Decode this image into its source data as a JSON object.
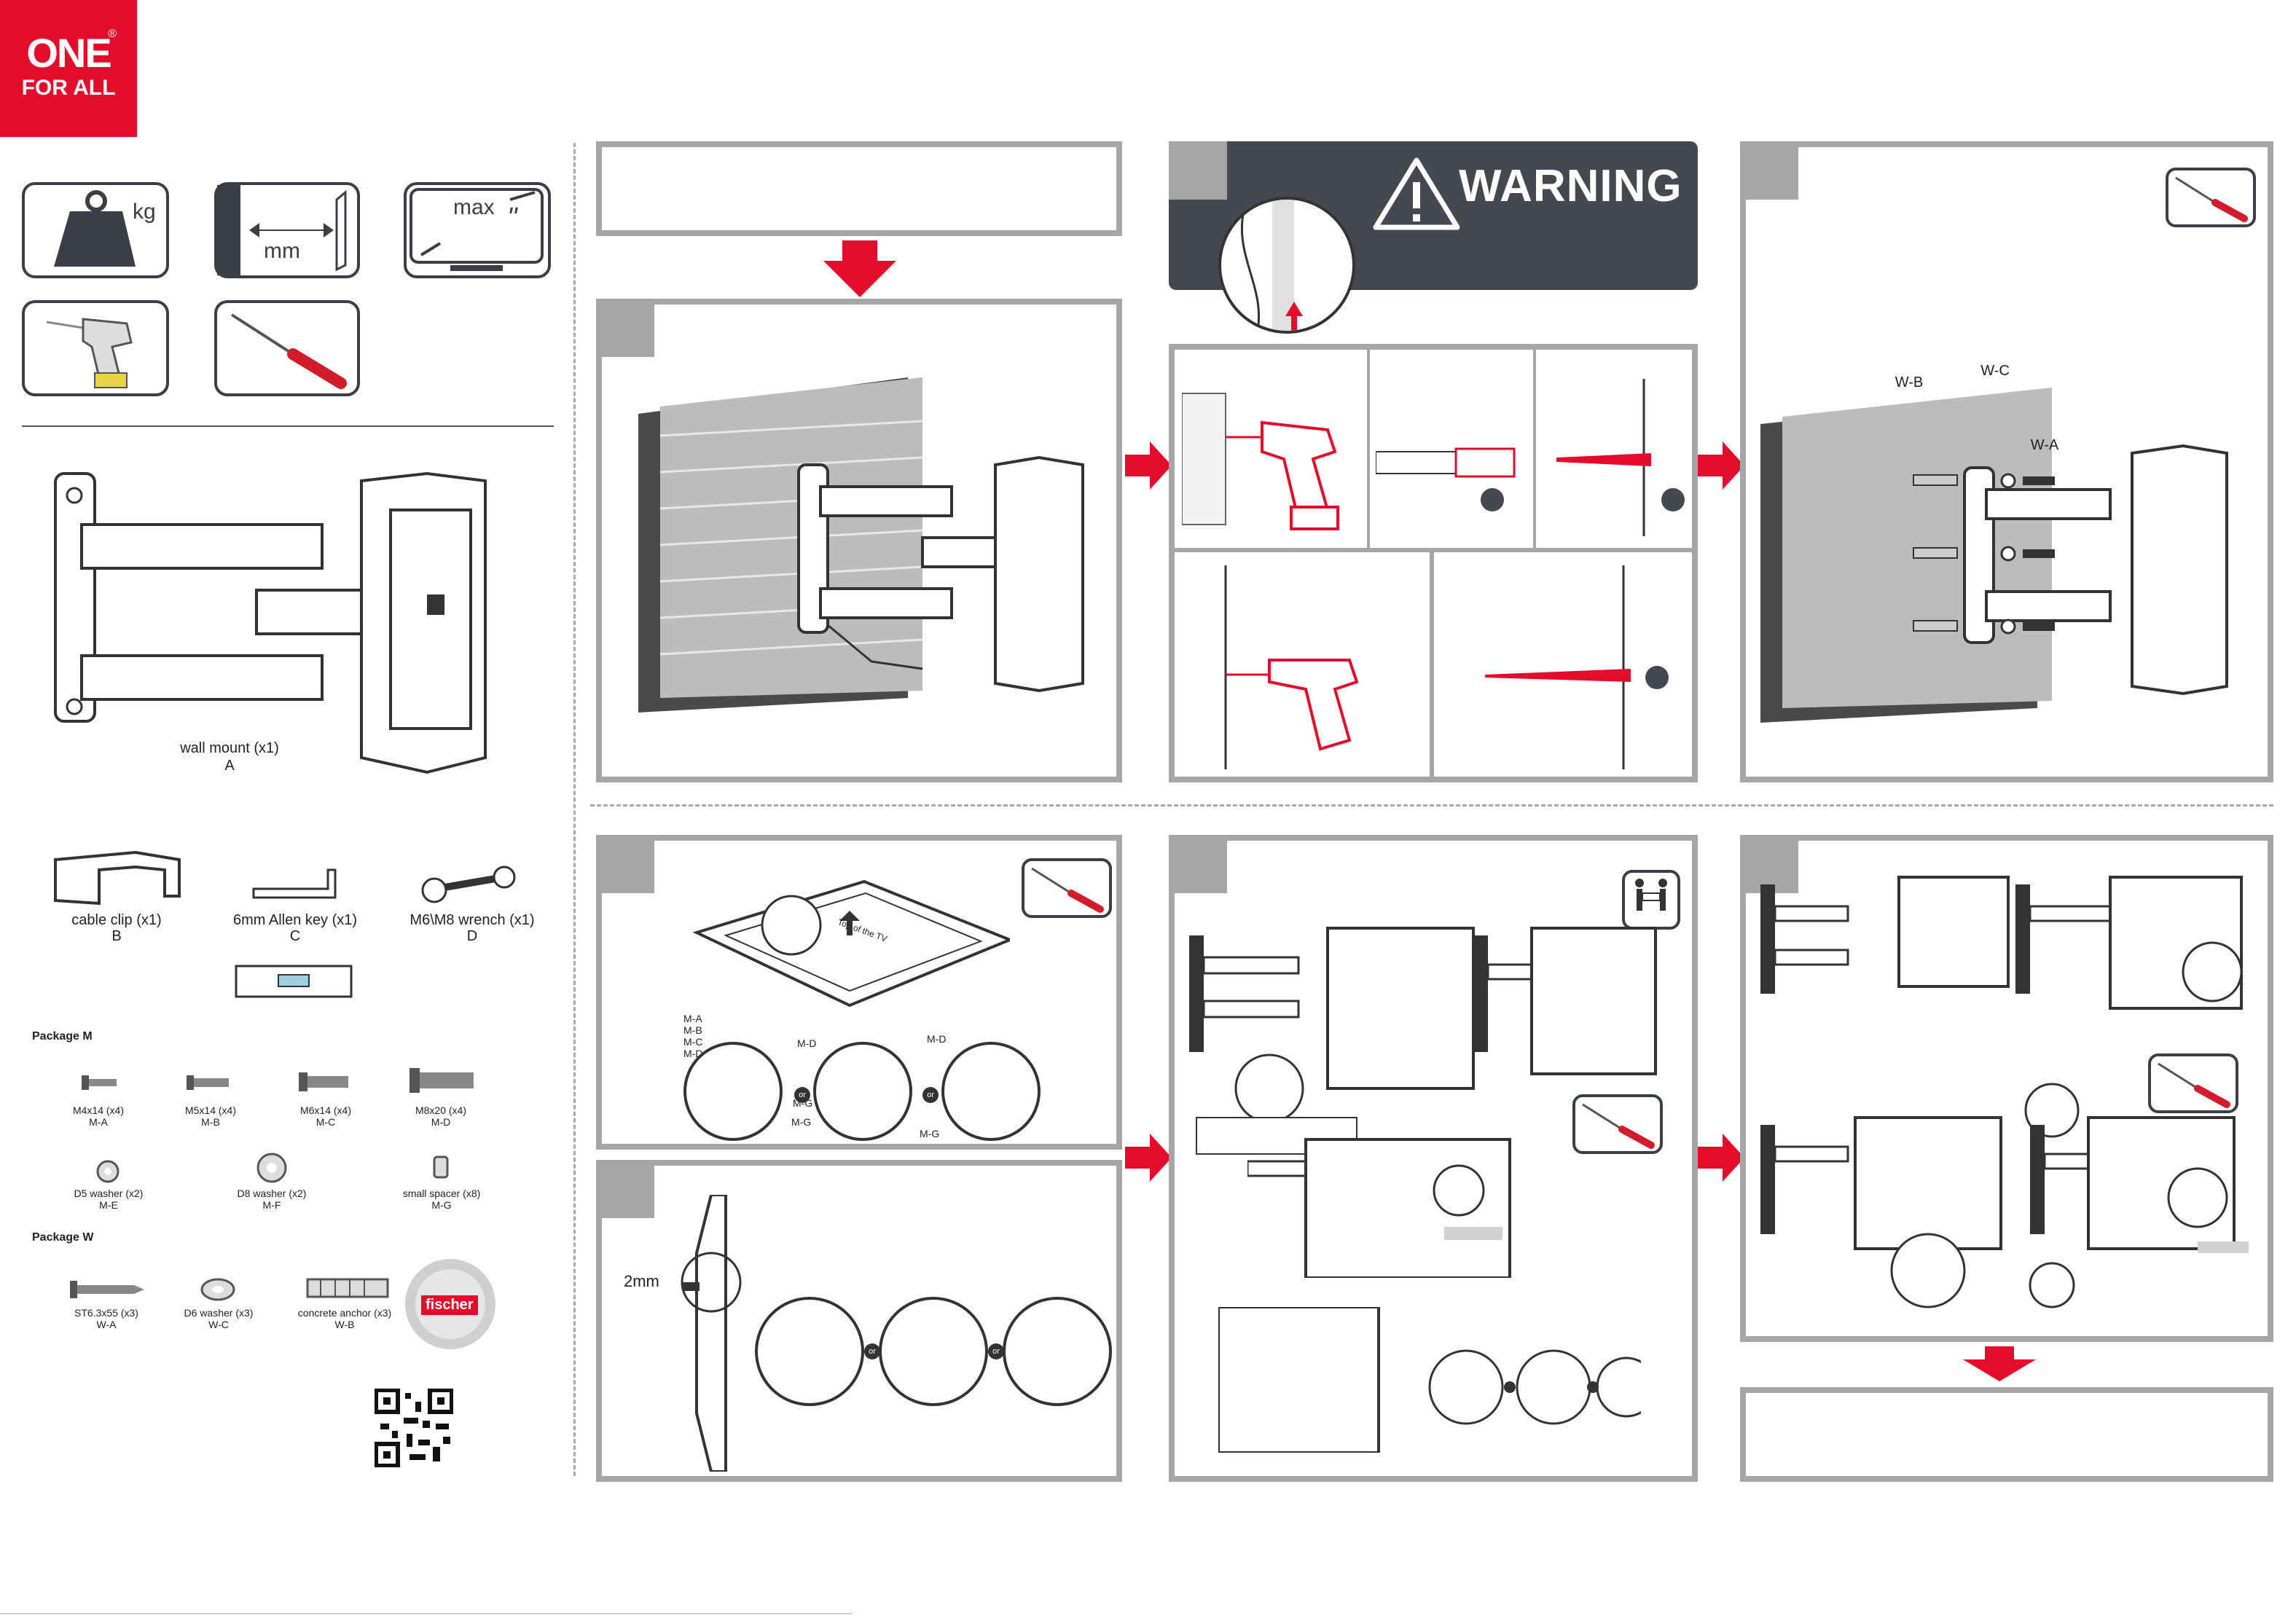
{
  "brand": {
    "line1": "ONE",
    "line2": "FOR ALL",
    "reg": "®"
  },
  "icons": {
    "weight_unit": "kg",
    "depth_unit": "mm",
    "screen_max": "max",
    "screen_inch": "\""
  },
  "parts": {
    "wall_mount_label": "wall mount  (x1)",
    "wall_mount_code": "A",
    "cable_clip_label": "cable clip (x1)",
    "cable_clip_code": "B",
    "allen_key_label": "6mm Allen key (x1)",
    "allen_key_code": "C",
    "wrench_label": "M6\\M8 wrench (x1)",
    "wrench_code": "D"
  },
  "package_m": {
    "title": "Package M",
    "screws": [
      {
        "label": "M4x14 (x4)",
        "code": "M-A"
      },
      {
        "label": "M5x14 (x4)",
        "code": "M-B"
      },
      {
        "label": "M6x14 (x4)",
        "code": "M-C"
      },
      {
        "label": "M8x20 (x4)",
        "code": "M-D"
      }
    ],
    "washers": [
      {
        "label": "D5 washer (x2)",
        "code": "M-E"
      },
      {
        "label": "D8 washer (x2)",
        "code": "M-F"
      },
      {
        "label": "small spacer (x8)",
        "code": "M-G"
      }
    ]
  },
  "package_w": {
    "title": "Package W",
    "items": [
      {
        "label": "ST6.3x55  (x3)",
        "code": "W-A"
      },
      {
        "label": "D6 washer (x3)",
        "code": "W-C"
      },
      {
        "label": "concrete anchor (x3)",
        "code": "W-B"
      }
    ],
    "fischer": "fischer"
  },
  "warning": {
    "title": "WARNING"
  },
  "step3_labels": {
    "wb": "W-B",
    "wc": "W-C",
    "wa": "W-A"
  },
  "step4": {
    "top_label": "Top of the TV",
    "codes": [
      "M-A",
      "M-B",
      "M-C",
      "M-D"
    ],
    "md1": "M-D",
    "md2": "M-D",
    "mg1": "M-G",
    "mg2": "M-G",
    "mg3": "M-G",
    "or1": "or",
    "or2": "or"
  },
  "step5": {
    "gap": "2mm",
    "or1": "or",
    "or2": "or"
  }
}
